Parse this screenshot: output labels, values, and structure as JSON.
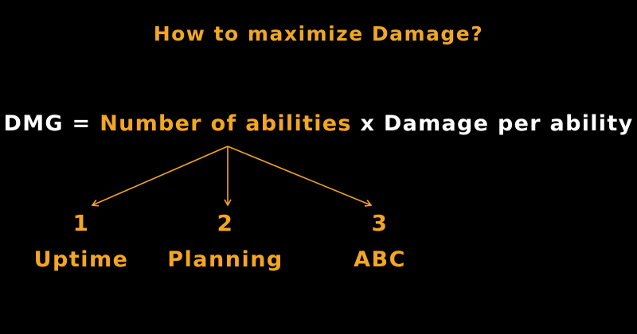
{
  "title": "How to maximize Damage?",
  "formula": {
    "lhs": "DMG",
    "equals": " = ",
    "term1": "Number of abilities",
    "times": " x ",
    "term2": "Damage per ability"
  },
  "branches": [
    {
      "number": "1",
      "label": "Uptime"
    },
    {
      "number": "2",
      "label": "Planning"
    },
    {
      "number": "3",
      "label": "ABC"
    }
  ],
  "colors": {
    "accent": "#F2A623",
    "text": "#FFFFFF",
    "background": "#000000"
  }
}
